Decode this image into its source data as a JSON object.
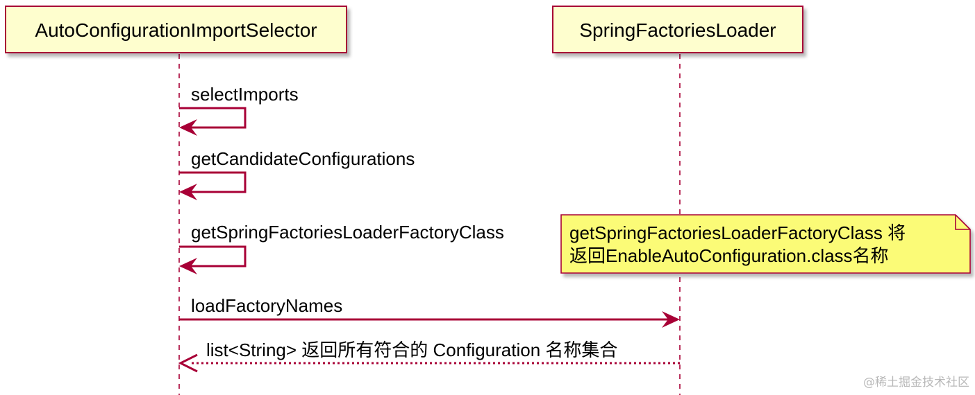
{
  "participants": [
    {
      "id": "selector",
      "label": "AutoConfigurationImportSelector"
    },
    {
      "id": "loader",
      "label": "SpringFactoriesLoader"
    }
  ],
  "messages": [
    {
      "label": "selectImports",
      "type": "self",
      "from": "selector",
      "to": "selector",
      "style": "solid"
    },
    {
      "label": "getCandidateConfigurations",
      "type": "self",
      "from": "selector",
      "to": "selector",
      "style": "solid"
    },
    {
      "label": "getSpringFactoriesLoaderFactoryClass",
      "type": "self",
      "from": "selector",
      "to": "selector",
      "style": "solid"
    },
    {
      "label": "loadFactoryNames",
      "type": "call",
      "from": "selector",
      "to": "loader",
      "style": "solid"
    },
    {
      "label": "list<String> 返回所有符合的 Configuration 名称集合",
      "type": "return",
      "from": "loader",
      "to": "selector",
      "style": "dotted"
    }
  ],
  "note": {
    "lines": [
      "getSpringFactoriesLoaderFactoryClass 将",
      "返回EnableAutoConfiguration.class名称"
    ]
  },
  "watermark": "@稀土掘金技术社区",
  "colors": {
    "arrow": "#A80036",
    "participant_fill": "#FEFECE",
    "participant_border": "#A80036",
    "note_fill": "#FBFB77",
    "note_border": "#A80036",
    "shadow": "#c8c8c8"
  }
}
